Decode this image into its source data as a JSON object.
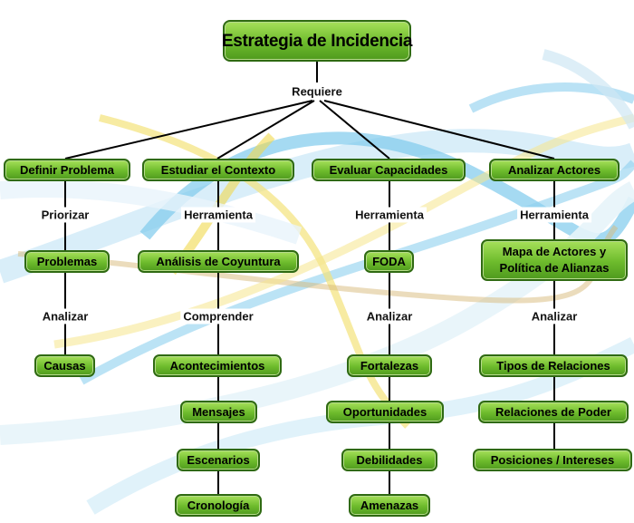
{
  "root": "Estrategia de Incidencia",
  "root_link": "Requiere",
  "branches": [
    {
      "title": "Definir Problema",
      "link1": "Priorizar",
      "level2": "Problemas",
      "link2": "Analizar",
      "items": [
        "Causas"
      ]
    },
    {
      "title": "Estudiar el Contexto",
      "link1": "Herramienta",
      "level2": "Análisis de Coyuntura",
      "link2": "Comprender",
      "items": [
        "Acontecimientos",
        "Mensajes",
        "Escenarios",
        "Cronología"
      ]
    },
    {
      "title": "Evaluar Capacidades",
      "link1": "Herramienta",
      "level2": "FODA",
      "link2": "Analizar",
      "items": [
        "Fortalezas",
        "Oportunidades",
        "Debilidades",
        "Amenazas"
      ]
    },
    {
      "title": "Analizar Actores",
      "link1": "Herramienta",
      "level2": "Mapa de Actores y Política de Alianzas",
      "link2": "Analizar",
      "items": [
        "Tipos de Relaciones",
        "Relaciones de Poder",
        "Posiciones / Intereses"
      ]
    }
  ],
  "colors": {
    "node_fill": "#6dbb2c",
    "node_border": "#2f6a12",
    "line": "#000000",
    "ribbon_blue": "#6fc4ea",
    "ribbon_yellow": "#f1dc5a"
  }
}
